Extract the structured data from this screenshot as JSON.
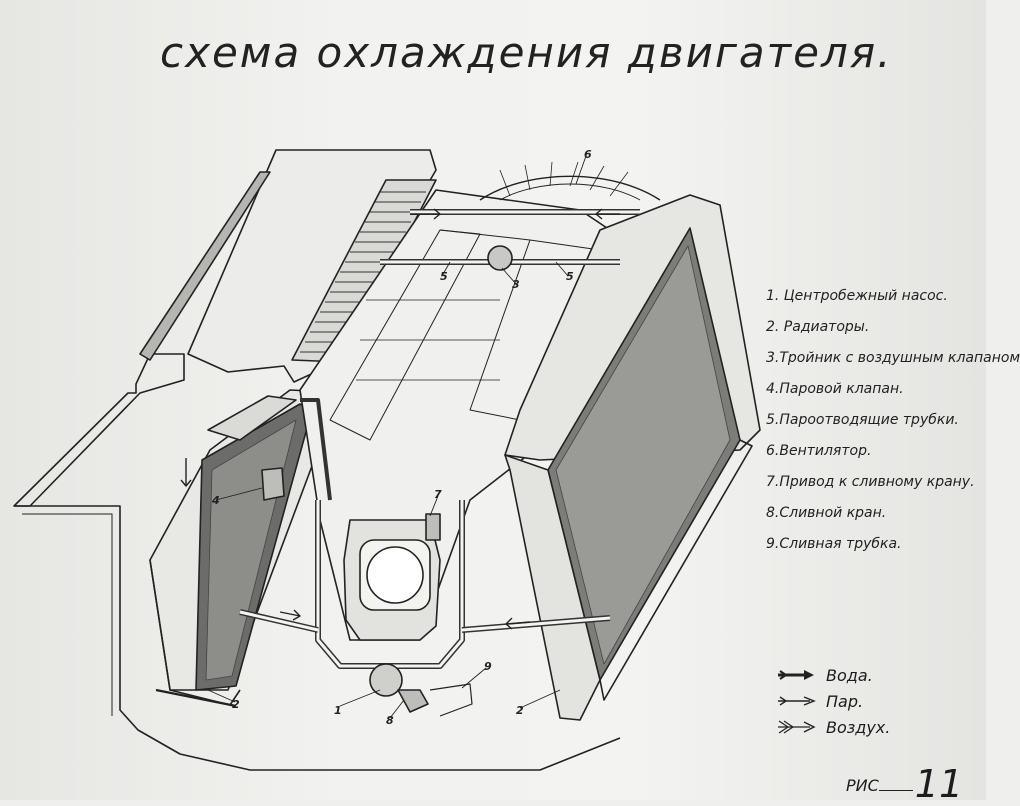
{
  "title": "схема охлаждения двигателя.",
  "legend": [
    "1. Центробежный насос.",
    "2. Радиаторы.",
    "3.Тройник с воздушным клапаном",
    "4.Паровой клапан.",
    "5.Пароотводящие трубки.",
    "6.Вентилятор.",
    "7.Привод к сливному крану.",
    "8.Сливной кран.",
    "9.Сливная трубка."
  ],
  "keys": {
    "water": "Вода.",
    "steam": "Пар.",
    "air": "Воздух."
  },
  "figure": {
    "label": "РИС",
    "number": "11"
  },
  "callouts": {
    "c1": "1",
    "c2a": "2",
    "c2b": "2",
    "c3": "3",
    "c4": "4",
    "c5a": "5",
    "c5b": "5",
    "c6": "6",
    "c7": "7",
    "c8": "8",
    "c9": "9"
  }
}
